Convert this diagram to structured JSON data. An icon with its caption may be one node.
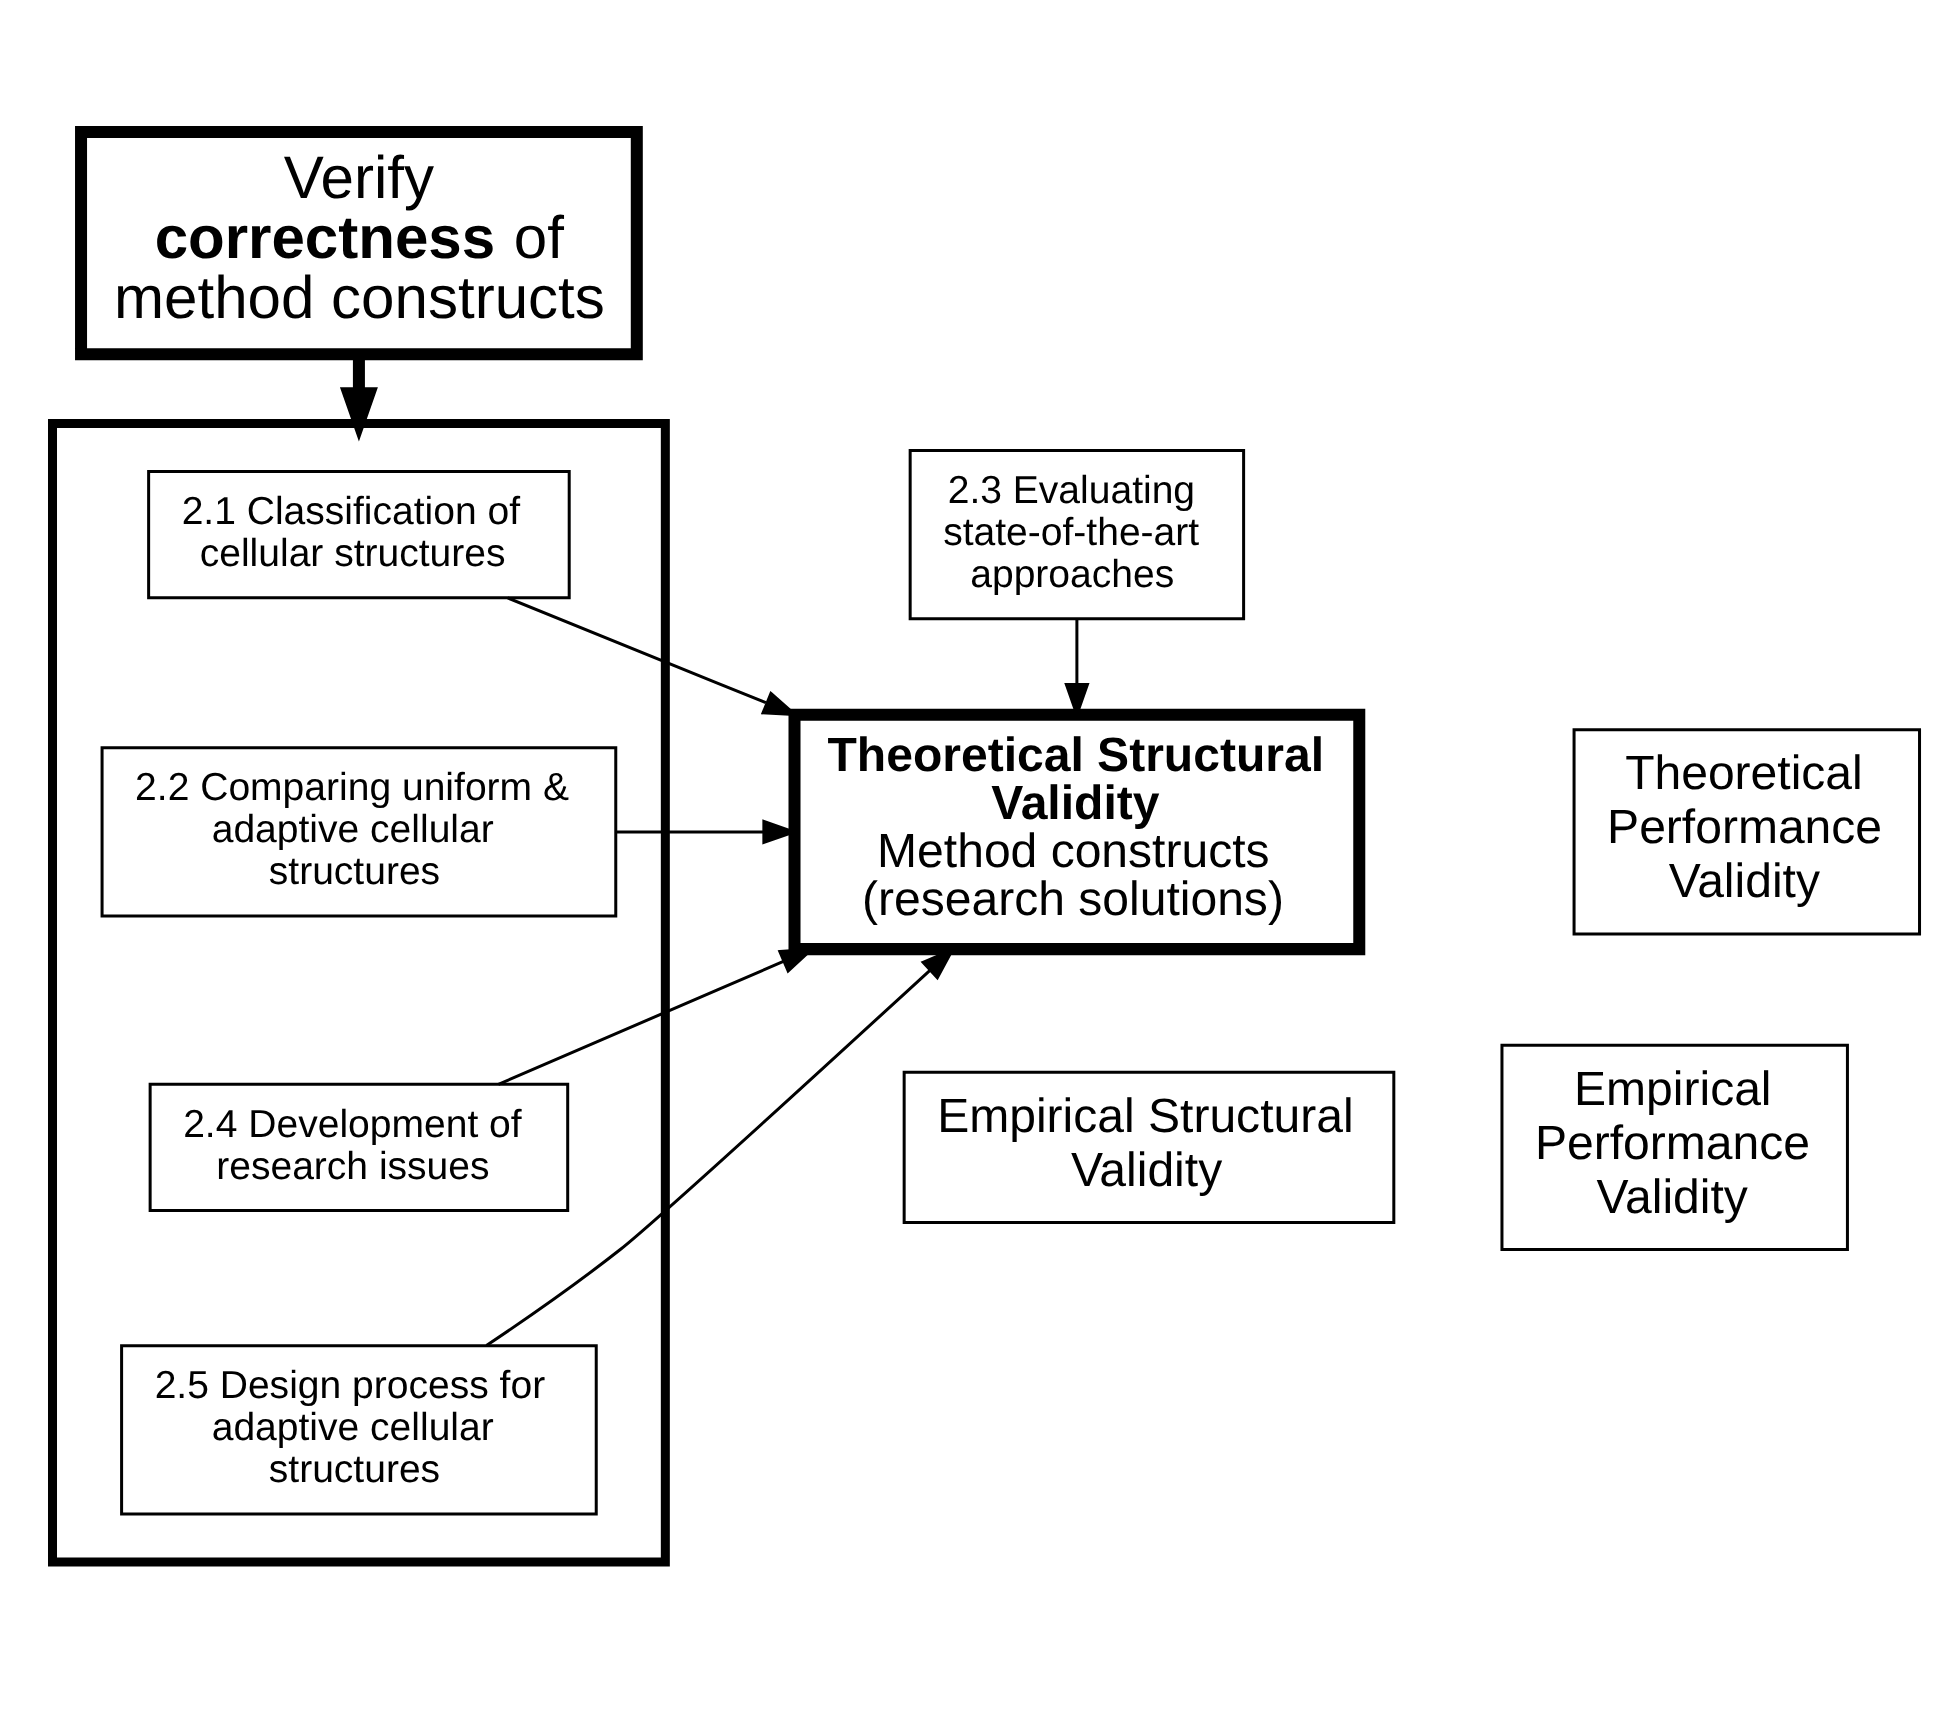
{
  "diagram": {
    "nodes": [
      {
        "text": [
          "Verify **correctness** of method constructs"
        ]
      },
      {
        "text": [],
        "shape": "box"
      },
      {
        "text": [
          "2.1 Classification of cellular structures"
        ],
        "in": 1
      },
      {
        "text": [
          "2.2 Comparing uniform & adaptive cellular structures"
        ],
        "in": 1
      },
      {
        "text": [
          "2.3 Evaluating state-of-the-art approaches"
        ]
      },
      {
        "text": [
          "2.4 Development of research issues"
        ],
        "in": 1
      },
      {
        "text": [
          "2.5 Design process for adaptive cellular structures"
        ],
        "in": 1
      },
      {
        "text": [
          "Theoretical Structural Validity",
          "Method constructs (research solutions)"
        ]
      },
      {
        "text": [
          "Theoretical Performance Validity"
        ]
      },
      {
        "text": [
          "Empirical Structural Validity"
        ]
      },
      {
        "text": [
          "Empirical Performance Validity"
        ]
      }
    ],
    "edges": [
      {
        "from": 0,
        "to": 1,
        "arrow": "to",
        "style": "thick"
      },
      {
        "from": 2,
        "to": 7,
        "arrow": "to"
      },
      {
        "from": 3,
        "to": 7,
        "arrow": "to"
      },
      {
        "from": 4,
        "to": 7,
        "arrow": "to"
      },
      {
        "from": 5,
        "to": 7,
        "arrow": "to"
      },
      {
        "from": 6,
        "to": 7,
        "arrow": "to"
      }
    ]
  }
}
